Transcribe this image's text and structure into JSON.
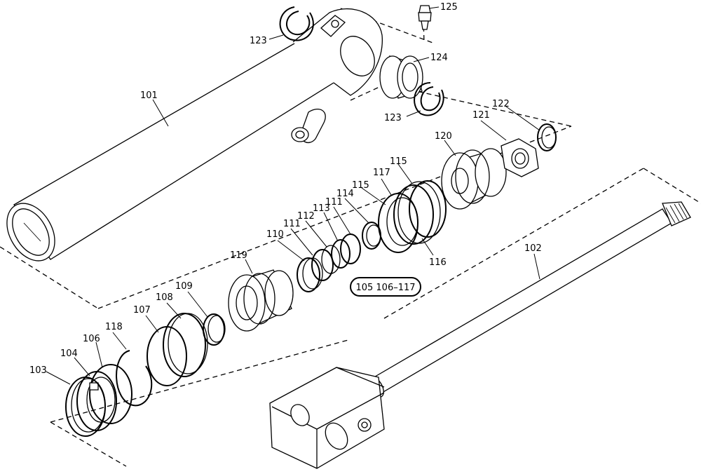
{
  "diagram": {
    "kit_label": "105  106–117",
    "callouts": [
      {
        "id": "c101",
        "label": "101"
      },
      {
        "id": "c102",
        "label": "102"
      },
      {
        "id": "c103",
        "label": "103"
      },
      {
        "id": "c104",
        "label": "104"
      },
      {
        "id": "c106",
        "label": "106"
      },
      {
        "id": "c107",
        "label": "107"
      },
      {
        "id": "c108",
        "label": "108"
      },
      {
        "id": "c109",
        "label": "109"
      },
      {
        "id": "c110",
        "label": "110"
      },
      {
        "id": "c111a",
        "label": "111"
      },
      {
        "id": "c112",
        "label": "112"
      },
      {
        "id": "c113",
        "label": "113"
      },
      {
        "id": "c111b",
        "label": "111"
      },
      {
        "id": "c114",
        "label": "114"
      },
      {
        "id": "c115a",
        "label": "115"
      },
      {
        "id": "c115b",
        "label": "115"
      },
      {
        "id": "c116",
        "label": "116"
      },
      {
        "id": "c117",
        "label": "117"
      },
      {
        "id": "c118",
        "label": "118"
      },
      {
        "id": "c119",
        "label": "119"
      },
      {
        "id": "c120",
        "label": "120"
      },
      {
        "id": "c121",
        "label": "121"
      },
      {
        "id": "c122",
        "label": "122"
      },
      {
        "id": "c123a",
        "label": "123"
      },
      {
        "id": "c123b",
        "label": "123"
      },
      {
        "id": "c124",
        "label": "124"
      },
      {
        "id": "c125",
        "label": "125"
      }
    ]
  }
}
